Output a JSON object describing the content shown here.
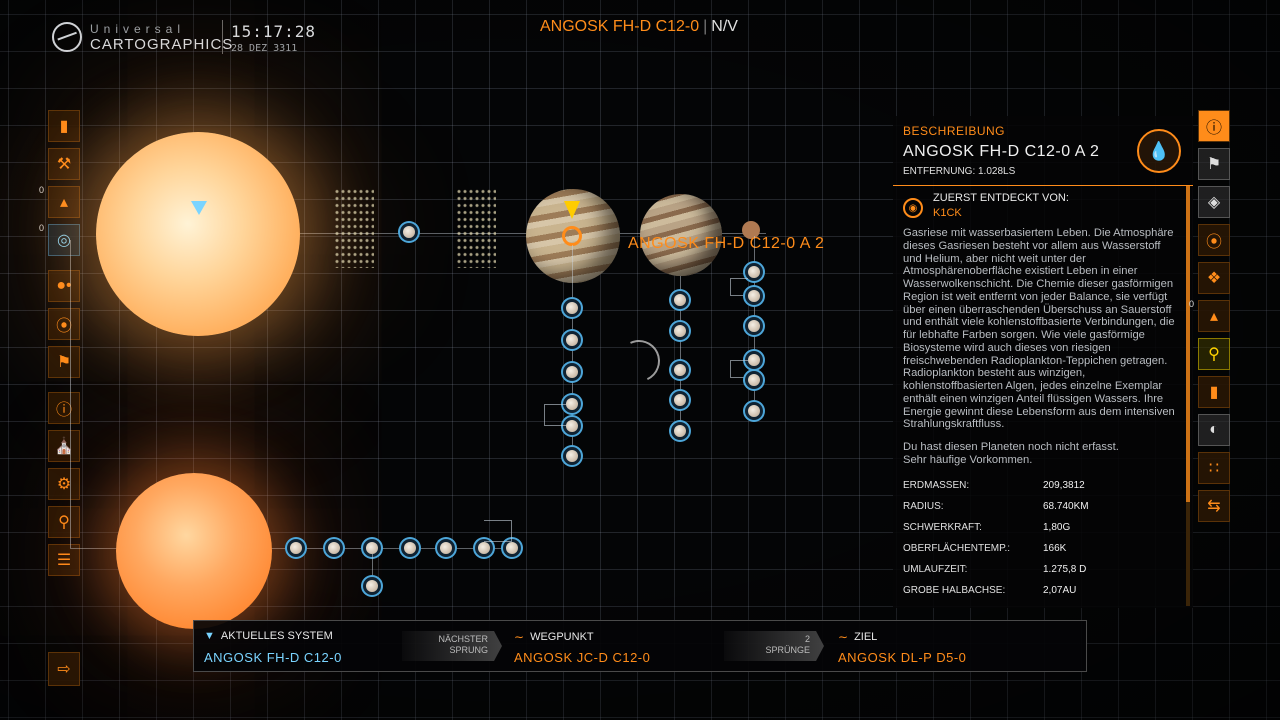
{
  "header": {
    "logo_top": "Universal",
    "logo_bottom": "CARTOGRAPHICS",
    "time": "15:17:28",
    "date": "28 DEZ 3311",
    "system_name": "ANGOSK FH-D C12-0",
    "separator": "|",
    "system_status": "N/V"
  },
  "left_sidebar": {
    "count_a": "0",
    "count_b": "0",
    "items": [
      {
        "icon": "bookmark-icon"
      },
      {
        "icon": "hammer-icon"
      },
      {
        "icon": "landable-icon"
      },
      {
        "icon": "globe-icon"
      },
      {
        "icon": "route-icon"
      },
      {
        "icon": "target-icon"
      },
      {
        "icon": "flag-icon"
      },
      {
        "icon": "info-icon"
      },
      {
        "icon": "building-icon"
      },
      {
        "icon": "gear-icon"
      },
      {
        "icon": "location-icon"
      },
      {
        "icon": "list-icon"
      }
    ]
  },
  "right_sidebar": {
    "count": "0",
    "items": [
      {
        "icon": "info-toggle-icon"
      },
      {
        "icon": "flag-icon"
      },
      {
        "icon": "map-icon"
      },
      {
        "icon": "signal-icon"
      },
      {
        "icon": "dna-icon"
      },
      {
        "icon": "landable-icon"
      },
      {
        "icon": "pin-icon"
      },
      {
        "icon": "bookmark-add-icon"
      },
      {
        "icon": "ring-icon"
      },
      {
        "icon": "nodes-icon"
      },
      {
        "icon": "swap-icon"
      }
    ]
  },
  "map": {
    "selected_label": "ANGOSK FH-D C12-0 A 2"
  },
  "panel": {
    "category": "BESCHREIBUNG",
    "name": "ANGOSK FH-D C12-0 A 2",
    "distance": "ENTFERNUNG: 1.028LS",
    "first_discovered_label": "ZUERST ENTDECKT VON:",
    "first_discovered_name": "K1CK",
    "description": "Gasriese mit wasserbasiertem Leben. Die Atmosphäre dieses Gasriesen besteht vor allem aus Wasserstoff und Helium, aber nicht weit unter der Atmosphärenoberfläche existiert Leben in einer Wasserwolkenschicht. Die Chemie dieser gasförmigen Region ist weit entfernt von jeder Balance, sie verfügt über einen überraschenden Überschuss an Sauerstoff und enthält viele kohlenstoffbasierte Verbindungen, die für lebhafte Farben sorgen. Wie viele gasförmige Biosysteme wird auch dieses von riesigen freischwebenden Radioplankton-Teppichen getragen. Radioplankton besteht aus winzigen, kohlenstoffbasierten Algen, jedes einzelne Exemplar enthält einen winzigen Anteil flüssigen Wassers. Ihre Energie gewinnt diese Lebensform aus dem intensiven Strahlungskraftfluss.",
    "notice_1": "Du hast diesen Planeten noch nicht erfasst.",
    "notice_2": "Sehr häufige Vorkommen.",
    "stats": [
      {
        "key": "ERDMASSEN:",
        "value": "209,3812"
      },
      {
        "key": "RADIUS:",
        "value": "68.740KM"
      },
      {
        "key": "SCHWERKRAFT:",
        "value": "1,80G"
      },
      {
        "key": "OBERFLÄCHENTEMP.:",
        "value": "166K"
      },
      {
        "key": "UMLAUFZEIT:",
        "value": "1.275,8 D"
      },
      {
        "key": "GROBE HALBACHSE:",
        "value": "2,07AU"
      }
    ]
  },
  "route": {
    "current_label": "AKTUELLES SYSTEM",
    "current_value": "ANGOSK FH-D C12-0",
    "next_jump_1": "NÄCHSTER",
    "next_jump_2": "SPRUNG",
    "waypoint_label": "WEGPUNKT",
    "waypoint_value": "ANGOSK JC-D C12-0",
    "jumps_count": "2",
    "jumps_label": "SPRÜNGE",
    "target_label": "ZIEL",
    "target_value": "ANGOSK DL-P D5-0"
  },
  "colors": {
    "accent": "#ff8c1a",
    "current_system": "#7ad4ff",
    "selected_marker": "#ffcc00"
  }
}
